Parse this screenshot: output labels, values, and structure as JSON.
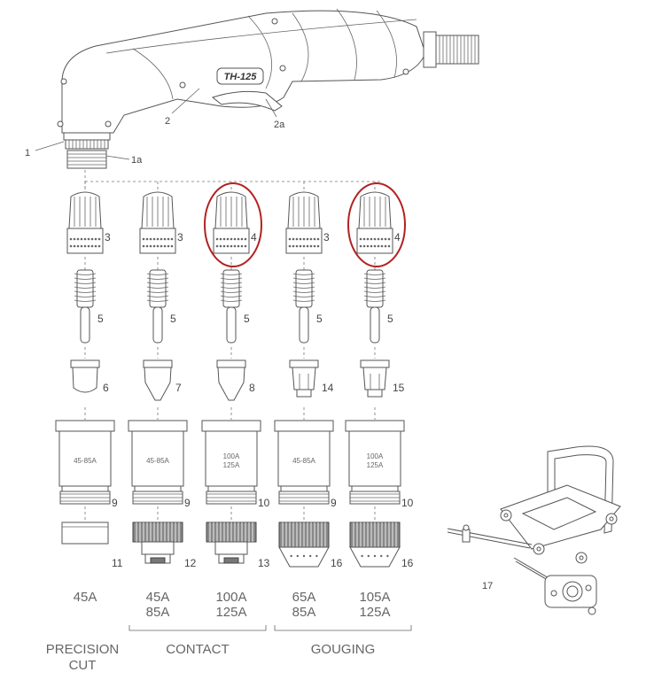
{
  "torch": {
    "brand": "TH-125",
    "callouts": [
      "1",
      "1a",
      "2",
      "2a"
    ]
  },
  "columns": [
    {
      "shield": "3",
      "electrode": "5",
      "tip": "6",
      "cup": "9",
      "cup_text": [
        "45-85A"
      ],
      "front": "11",
      "amps": [
        "45A"
      ]
    },
    {
      "shield": "3",
      "electrode": "5",
      "tip": "7",
      "cup": "9",
      "cup_text": [
        "45-85A"
      ],
      "front": "12",
      "amps": [
        "45A",
        "85A"
      ]
    },
    {
      "shield": "4",
      "electrode": "5",
      "tip": "8",
      "cup": "10",
      "cup_text": [
        "100A",
        "125A"
      ],
      "front": "13",
      "amps": [
        "100A",
        "125A"
      ]
    },
    {
      "shield": "3",
      "electrode": "5",
      "tip": "14",
      "cup": "9",
      "cup_text": [
        "45-85A"
      ],
      "front": "16",
      "amps": [
        "65A",
        "85A"
      ]
    },
    {
      "shield": "4",
      "electrode": "5",
      "tip": "15",
      "cup": "10",
      "cup_text": [
        "100A",
        "125A"
      ],
      "front": "16",
      "amps": [
        "105A",
        "125A"
      ]
    }
  ],
  "groups": [
    {
      "label_lines": [
        "PRECISION",
        "CUT"
      ]
    },
    {
      "label_lines": [
        "CONTACT"
      ]
    },
    {
      "label_lines": [
        "GOUGING"
      ]
    }
  ],
  "accessory": {
    "number": "17"
  },
  "colors": {
    "highlight": "#b22222",
    "line": "#555555",
    "text": "#666666"
  }
}
